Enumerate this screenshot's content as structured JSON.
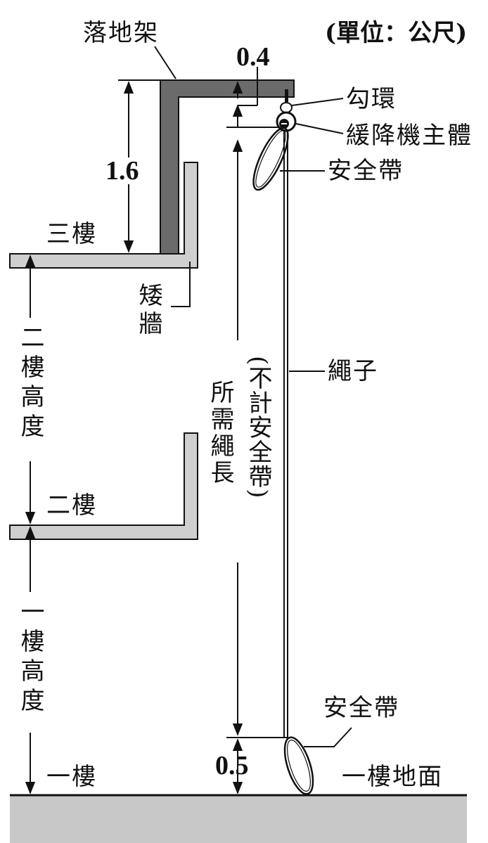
{
  "unit": "(單位：公尺)",
  "labels": {
    "floor_stand": "落地架",
    "hook_ring": "勾環",
    "descender_body": "緩降機主體",
    "safety_belt_top": "安全帶",
    "third_floor": "三樓",
    "parapet": "矮牆",
    "second_floor_height": "二樓高度",
    "second_floor": "二樓",
    "first_floor_height": "一樓高度",
    "first_floor": "一樓",
    "rope": "繩子",
    "required_rope_length": "所需繩長",
    "excluding_belt": "(不計安全帶)",
    "safety_belt_bottom": "安全帶",
    "ground_floor_surface": "一樓地面"
  },
  "dimensions": {
    "stand_height": "1.6",
    "arm_offset": "0.4",
    "bottom_clearance": "0.5"
  },
  "colors": {
    "stand_fill": "#6b6b6b",
    "slab_fill": "#cfcfcf",
    "ground_fill": "#c8c8c8",
    "line": "#111111"
  }
}
